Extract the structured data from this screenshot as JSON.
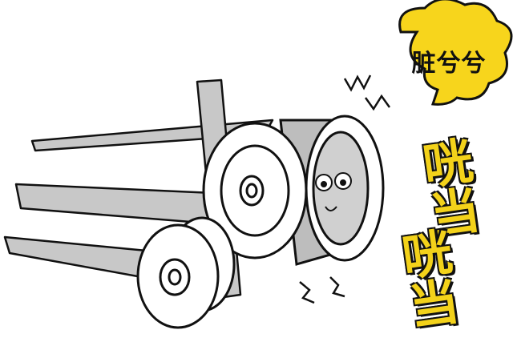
{
  "speech_bubble": {
    "text": "脏兮兮",
    "fill_color": "#f7d51c"
  },
  "sound_effects": [
    {
      "text": "咣当"
    },
    {
      "text": "咣当"
    }
  ],
  "colors": {
    "belt_gray": "#c8c8c8",
    "outline": "#111111",
    "sfx_yellow": "#f3d21a"
  }
}
